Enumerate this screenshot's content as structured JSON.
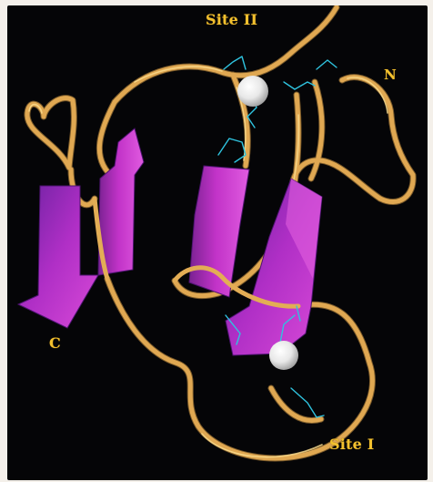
{
  "labels": {
    "site_ii": "Site II",
    "n_terminus": "N",
    "c_terminus": "C",
    "site_i": "Site I"
  },
  "colors": {
    "background": "#050507",
    "backbone_gold": "#e3ad55",
    "backbone_highlight": "#f7d583",
    "strand_magenta": "#c233c8",
    "strand_dark": "#7a2292",
    "side_chain_cyan": "#2fc3df",
    "metal_ion": "#f4f4f4",
    "label_gold": "#f2c02e"
  }
}
